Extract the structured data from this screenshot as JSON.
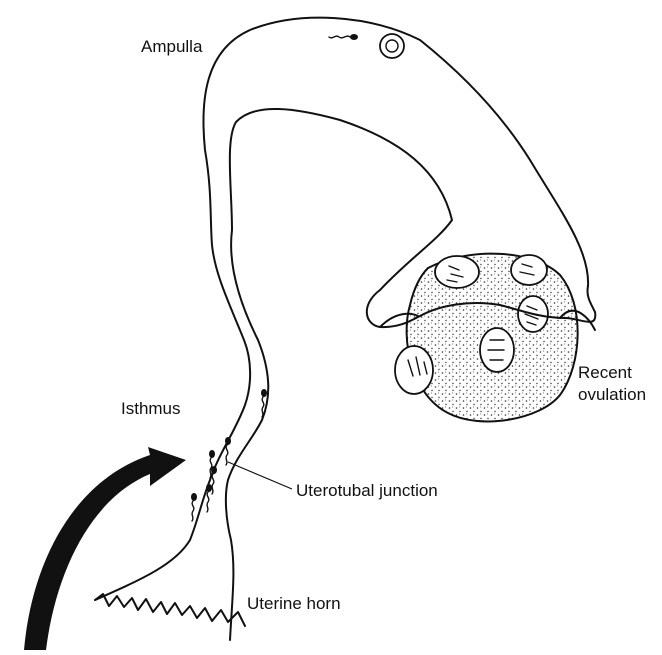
{
  "labels": {
    "ampulla": "Ampulla",
    "isthmus": "Isthmus",
    "uterotubal_junction": "Uterotubal junction",
    "uterine_horn": "Uterine horn",
    "recent_ovulation_line1": "Recent",
    "recent_ovulation_line2": "ovulation"
  }
}
